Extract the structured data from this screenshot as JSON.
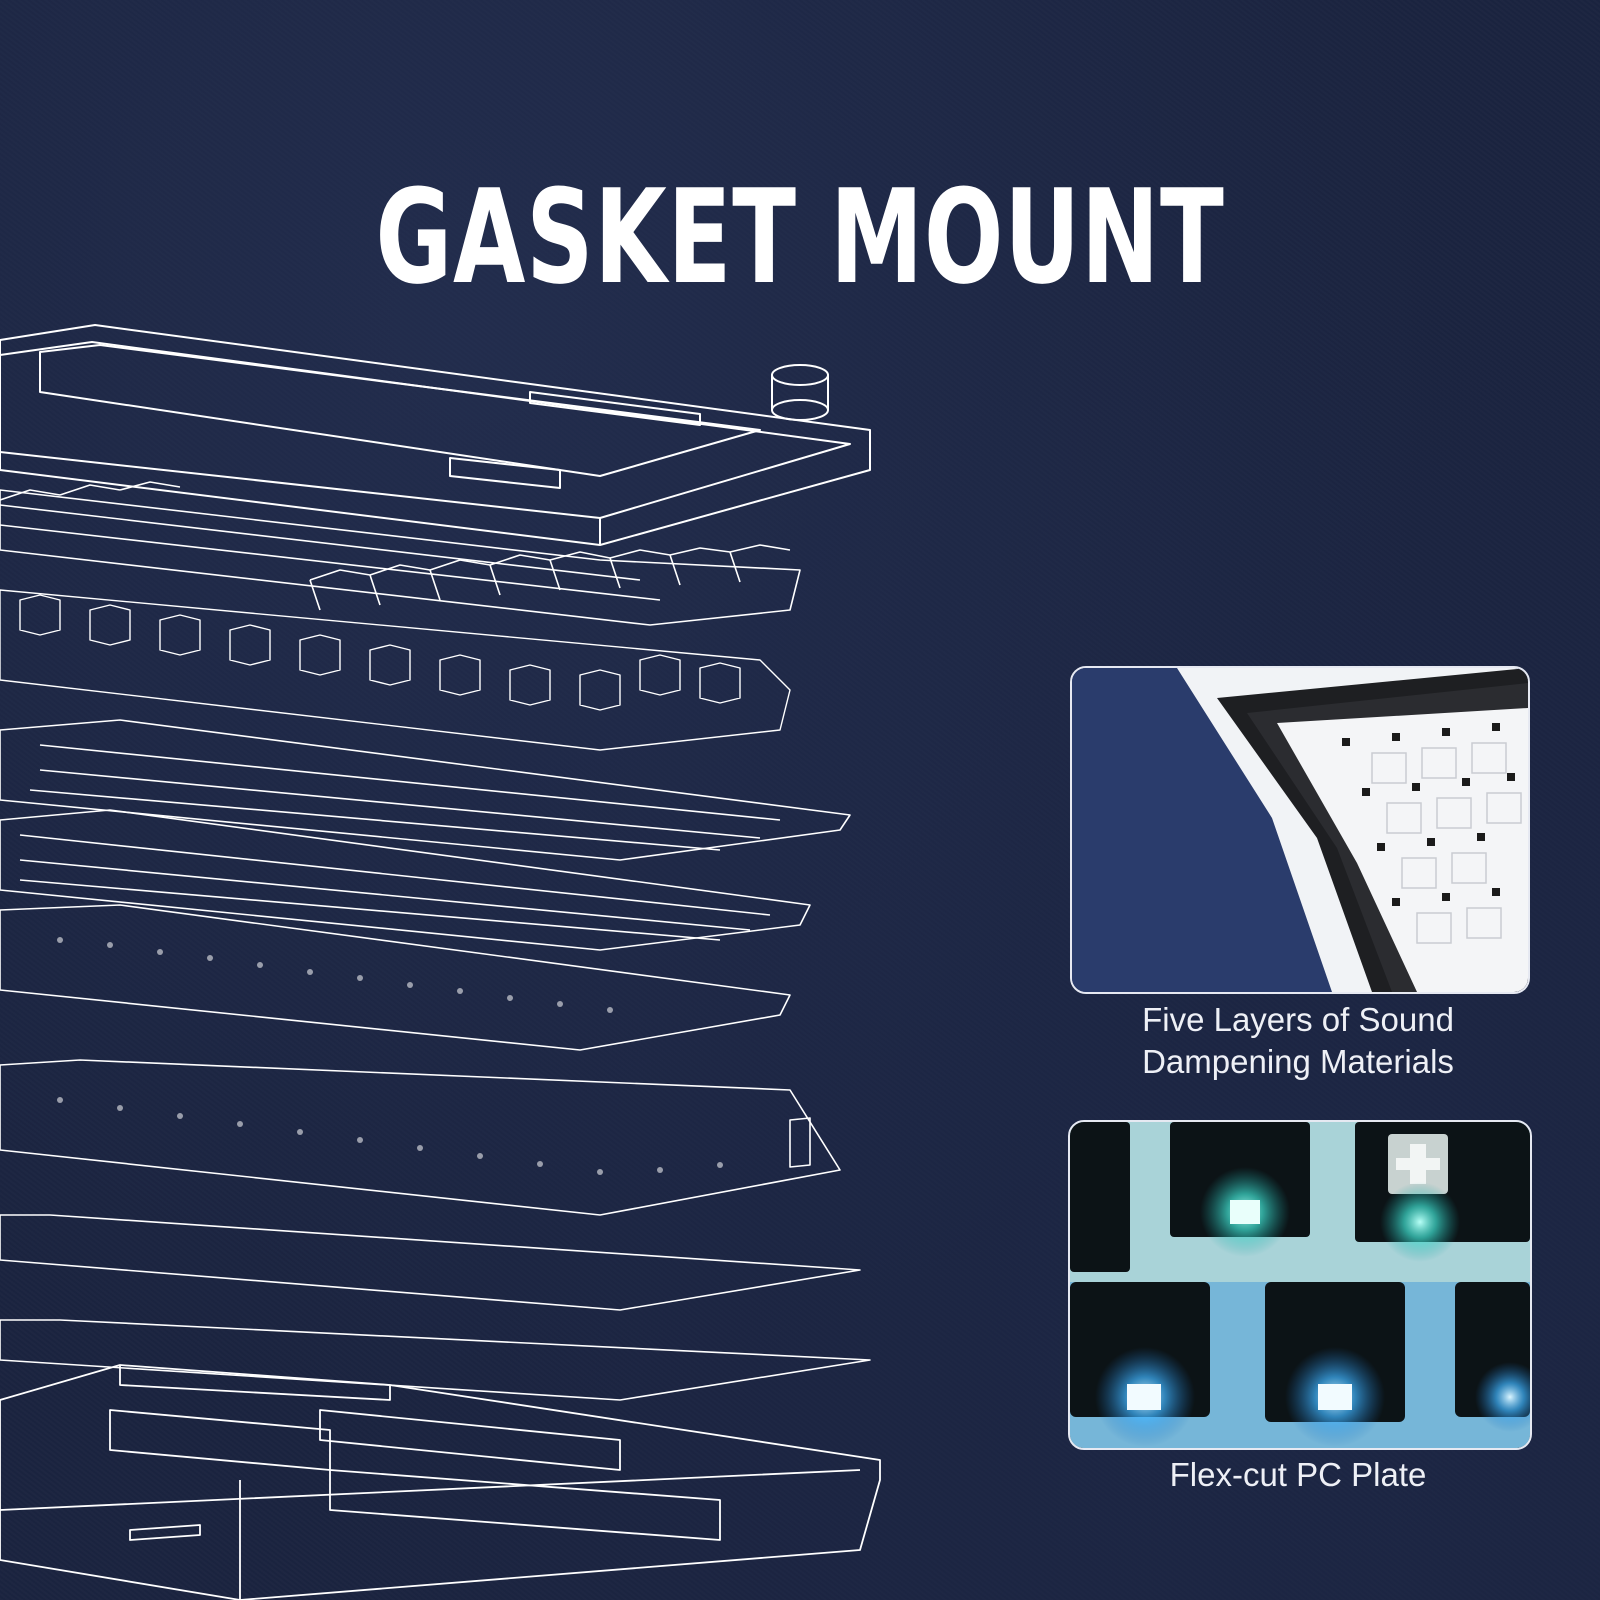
{
  "title": "GASKET MOUNT",
  "features": [
    {
      "caption_lines": [
        "Five Layers of Sound",
        "Dampening Materials"
      ],
      "image": "sound-dampening-layers"
    },
    {
      "caption_lines": [
        "Flex-cut PC Plate"
      ],
      "image": "flex-cut-pc-plate"
    }
  ],
  "colors": {
    "background": "#1b2440",
    "line": "#ffffff",
    "led": "#5ff2e0"
  }
}
